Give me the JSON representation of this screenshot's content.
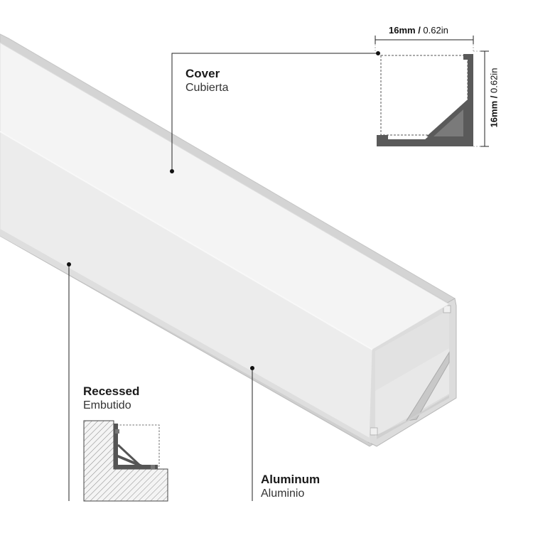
{
  "labels": {
    "cover": {
      "title": "Cover",
      "subtitle": "Cubierta"
    },
    "recessed": {
      "title": "Recessed",
      "subtitle": "Embutido"
    },
    "aluminum": {
      "title": "Aluminum",
      "subtitle": "Aluminio"
    }
  },
  "dimensions": {
    "width": {
      "metric": "16mm",
      "separator": " / ",
      "imperial": "0.62in"
    },
    "height": {
      "metric": "16mm",
      "separator": " / ",
      "imperial": "0.62in"
    }
  },
  "colors": {
    "cover": "#f2f2f2",
    "cover_shadow": "#e9e9e9",
    "aluminum": "#c9c9c9",
    "profile": "#5a5a5a",
    "leader": "#222222"
  }
}
